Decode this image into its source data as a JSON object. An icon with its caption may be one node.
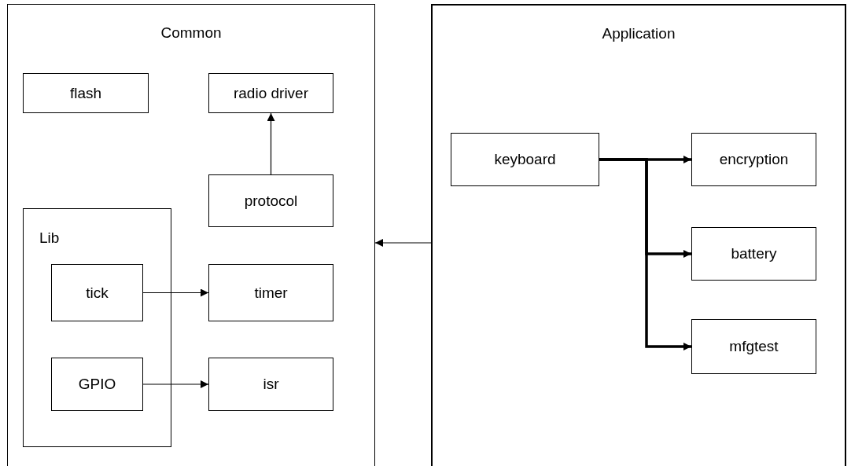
{
  "diagram": {
    "nodes": [
      {
        "text": [
          "Common"
        ]
      },
      {
        "text": [
          "flash"
        ],
        "in": 0
      },
      {
        "text": [
          "radio driver"
        ],
        "in": 0
      },
      {
        "text": [
          "protocol"
        ],
        "in": 0
      },
      {
        "text": [
          "Lib"
        ],
        "in": 0
      },
      {
        "text": [
          "tick"
        ],
        "in": 4
      },
      {
        "text": [
          "timer"
        ],
        "in": 0
      },
      {
        "text": [
          "GPIO"
        ],
        "in": 4
      },
      {
        "text": [
          "isr"
        ],
        "in": 0
      },
      {
        "text": [
          "Application"
        ]
      },
      {
        "text": [
          "keyboard"
        ],
        "in": 9
      },
      {
        "text": [
          "encryption"
        ],
        "in": 9
      },
      {
        "text": [
          "battery"
        ],
        "in": 9
      },
      {
        "text": [
          "mfgtest"
        ],
        "in": 9
      }
    ],
    "edges": [
      {
        "from": 3,
        "to": 2,
        "arrow": "to"
      },
      {
        "from": 5,
        "to": 6,
        "arrow": "to"
      },
      {
        "from": 7,
        "to": 8,
        "arrow": "to"
      },
      {
        "from": 9,
        "to": 0,
        "arrow": "to"
      },
      {
        "from": 10,
        "to": 11,
        "arrow": "to",
        "style": "thick"
      },
      {
        "from": 10,
        "to": 12,
        "arrow": "to",
        "style": "thick"
      },
      {
        "from": 10,
        "to": 13,
        "arrow": "to",
        "style": "thick"
      }
    ]
  }
}
